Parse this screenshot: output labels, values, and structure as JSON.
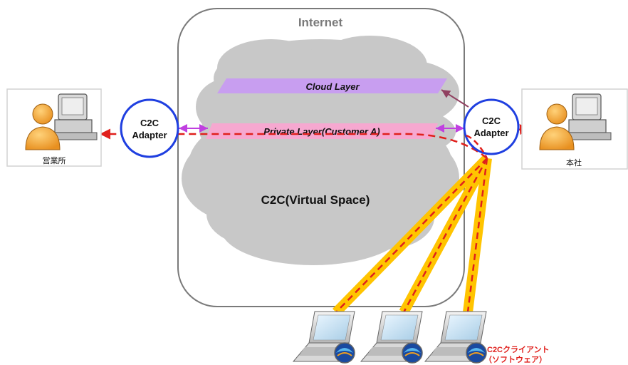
{
  "internet_label": "Internet",
  "cloud_layer_label": "Cloud Layer",
  "private_layer_label": "Private Layer(Customer A)",
  "virtual_space_label": "C2C(Virtual Space)",
  "adapter_left": {
    "line1": "C2C",
    "line2": "Adapter"
  },
  "adapter_right": {
    "line1": "C2C",
    "line2": "Adapter"
  },
  "branch_office_label": "営業所",
  "head_office_label": "本社",
  "client_label": {
    "line1": "C2Cクライアント",
    "line2": "（ソフトウェア）"
  },
  "colors": {
    "cloud": "#c8c8c8",
    "cloud_layer": "#c89ef0",
    "private_layer": "#f6a8d0",
    "adapter_border": "#1f3fe0",
    "tunnel": "#ffc400",
    "dashed": "#e0201c",
    "link_arrow": "#c040e0",
    "client_text": "#e0201c"
  },
  "icons": {
    "user_workstation": "user-workstation-icon",
    "laptop": "laptop-icon"
  }
}
